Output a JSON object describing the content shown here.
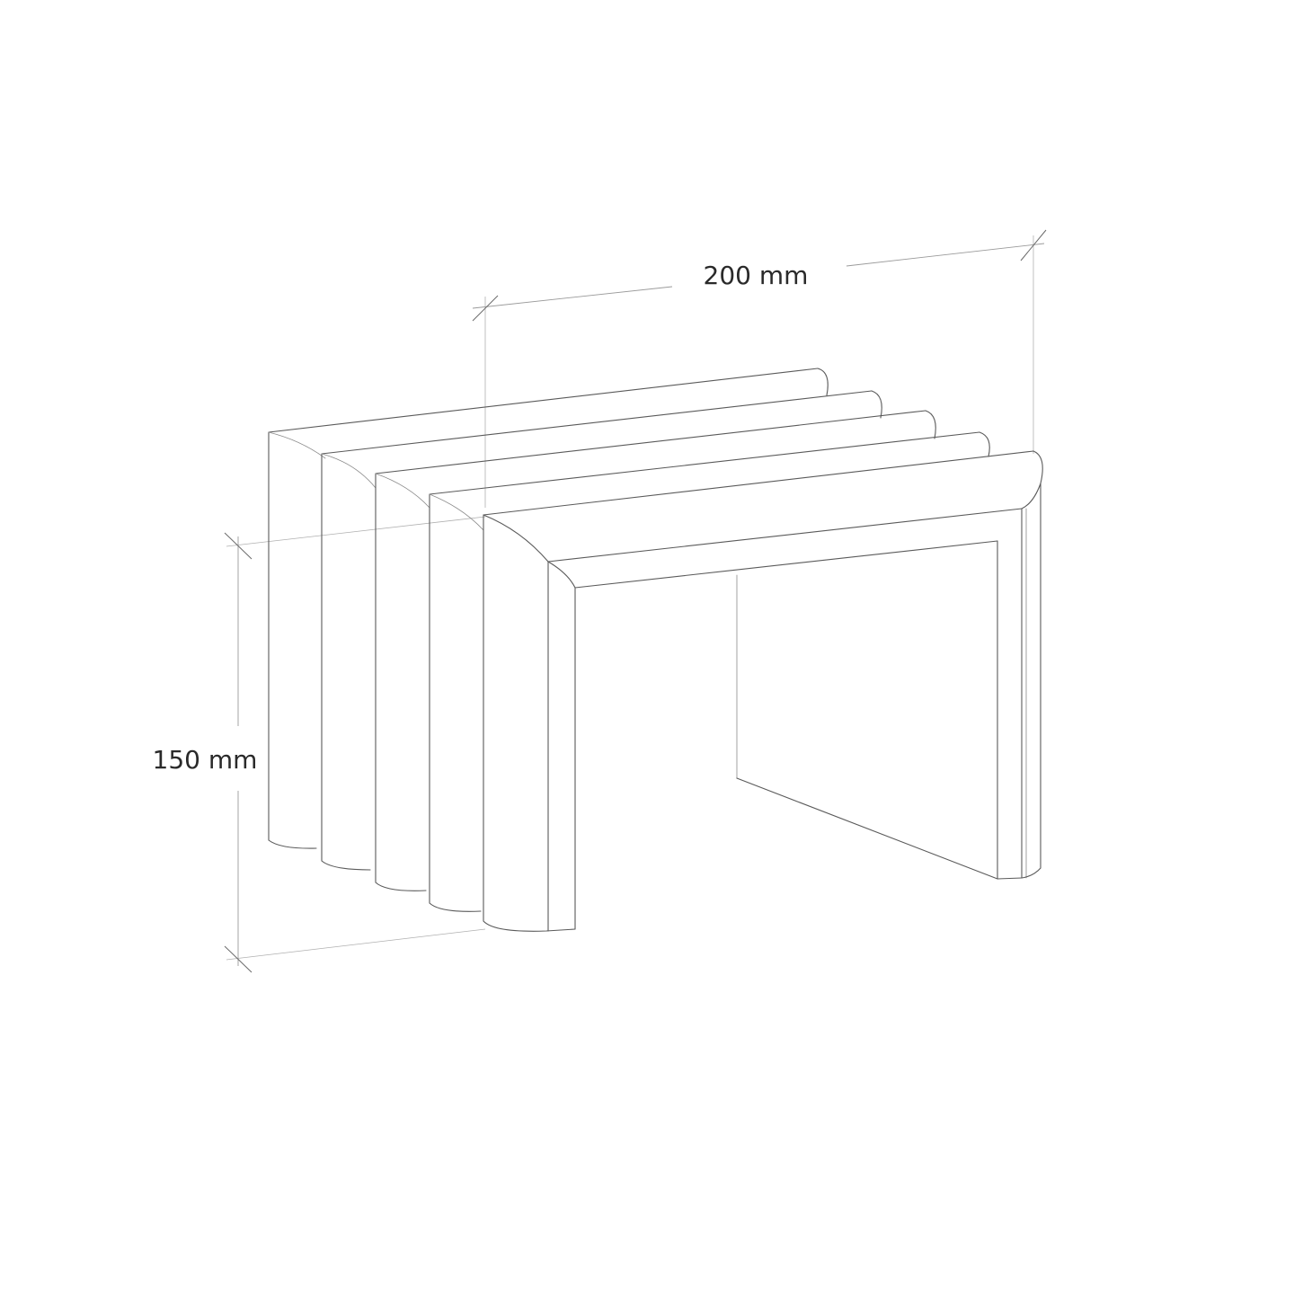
{
  "dimensions": {
    "width_label": "200 mm",
    "height_label": "150 mm"
  },
  "object": {
    "fins": 5
  },
  "colors": {
    "line": "#5a5a5a",
    "dimension": "#9a9a9a",
    "text": "#2a2a2a",
    "background": "#ffffff"
  }
}
